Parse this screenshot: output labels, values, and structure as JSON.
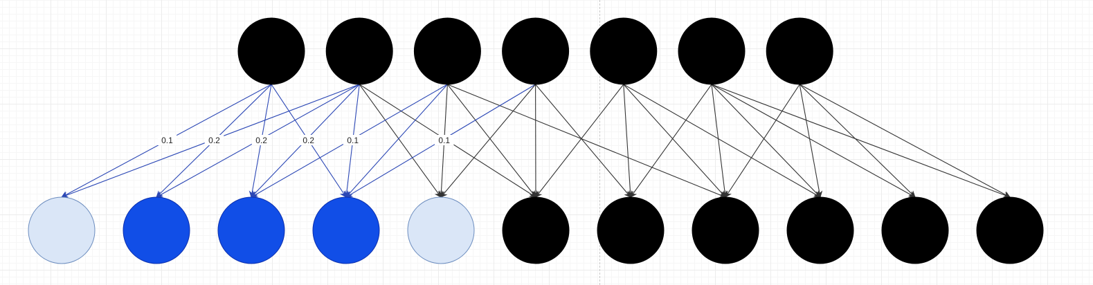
{
  "colors": {
    "black": "#000000",
    "edge_black": "#333333",
    "edge_blue": "#2b47b5",
    "blue_fill": "#114ee7",
    "blue_stroke": "#0b2fae",
    "light_fill": "#dae6f7",
    "light_stroke": "#6b8cbe",
    "label_bg": "#ffffff"
  },
  "diagram": {
    "top_nodes": [
      {
        "id": "t1",
        "style": "black"
      },
      {
        "id": "t2",
        "style": "black"
      },
      {
        "id": "t3",
        "style": "black"
      },
      {
        "id": "t4",
        "style": "black"
      },
      {
        "id": "t5",
        "style": "black"
      },
      {
        "id": "t6",
        "style": "black"
      },
      {
        "id": "t7",
        "style": "black"
      }
    ],
    "bottom_nodes": [
      {
        "id": "b1",
        "style": "light"
      },
      {
        "id": "b2",
        "style": "blue"
      },
      {
        "id": "b3",
        "style": "blue"
      },
      {
        "id": "b4",
        "style": "blue"
      },
      {
        "id": "b5",
        "style": "light"
      },
      {
        "id": "b6",
        "style": "black"
      },
      {
        "id": "b7",
        "style": "black"
      },
      {
        "id": "b8",
        "style": "black"
      },
      {
        "id": "b9",
        "style": "black"
      },
      {
        "id": "b10",
        "style": "black"
      },
      {
        "id": "b11",
        "style": "black"
      }
    ],
    "edges": [
      {
        "from": "t1",
        "to": "b1",
        "color": "blue",
        "label": "0.1"
      },
      {
        "from": "t1",
        "to": "b2",
        "color": "blue",
        "label": "0.2"
      },
      {
        "from": "t1",
        "to": "b3",
        "color": "blue",
        "label": "0.2"
      },
      {
        "from": "t1",
        "to": "b4",
        "color": "blue",
        "label": "0.2"
      },
      {
        "from": "t2",
        "to": "b1",
        "color": "blue",
        "label": ""
      },
      {
        "from": "t2",
        "to": "b2",
        "color": "blue",
        "label": ""
      },
      {
        "from": "t2",
        "to": "b3",
        "color": "blue",
        "label": ""
      },
      {
        "from": "t2",
        "to": "b4",
        "color": "blue",
        "label": "0.1"
      },
      {
        "from": "t2",
        "to": "b5",
        "color": "black",
        "label": ""
      },
      {
        "from": "t2",
        "to": "b6",
        "color": "black",
        "label": ""
      },
      {
        "from": "t3",
        "to": "b3",
        "color": "blue",
        "label": ""
      },
      {
        "from": "t3",
        "to": "b4",
        "color": "blue",
        "label": ""
      },
      {
        "from": "t3",
        "to": "b5",
        "color": "black",
        "label": "0.1"
      },
      {
        "from": "t3",
        "to": "b6",
        "color": "black",
        "label": ""
      },
      {
        "from": "t3",
        "to": "b8",
        "color": "black",
        "label": ""
      },
      {
        "from": "t4",
        "to": "b4",
        "color": "blue",
        "label": ""
      },
      {
        "from": "t4",
        "to": "b5",
        "color": "black",
        "label": ""
      },
      {
        "from": "t4",
        "to": "b6",
        "color": "black",
        "label": ""
      },
      {
        "from": "t4",
        "to": "b7",
        "color": "black",
        "label": ""
      },
      {
        "from": "t5",
        "to": "b6",
        "color": "black",
        "label": ""
      },
      {
        "from": "t5",
        "to": "b7",
        "color": "black",
        "label": ""
      },
      {
        "from": "t5",
        "to": "b8",
        "color": "black",
        "label": ""
      },
      {
        "from": "t5",
        "to": "b9",
        "color": "black",
        "label": ""
      },
      {
        "from": "t6",
        "to": "b7",
        "color": "black",
        "label": ""
      },
      {
        "from": "t6",
        "to": "b8",
        "color": "black",
        "label": ""
      },
      {
        "from": "t6",
        "to": "b9",
        "color": "black",
        "label": ""
      },
      {
        "from": "t6",
        "to": "b10",
        "color": "black",
        "label": ""
      },
      {
        "from": "t6",
        "to": "b11",
        "color": "black",
        "label": ""
      },
      {
        "from": "t7",
        "to": "b8",
        "color": "black",
        "label": ""
      },
      {
        "from": "t7",
        "to": "b9",
        "color": "black",
        "label": ""
      },
      {
        "from": "t7",
        "to": "b10",
        "color": "black",
        "label": ""
      },
      {
        "from": "t7",
        "to": "b11",
        "color": "black",
        "label": ""
      }
    ]
  }
}
